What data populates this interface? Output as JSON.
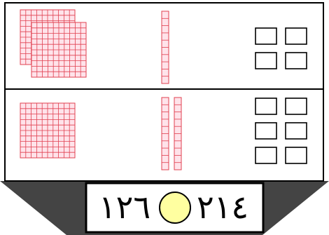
{
  "colors": {
    "grid_fill": "#ffe3ea",
    "grid_line": "#e04050",
    "frame": "#000000",
    "pedestal": "#444444",
    "compare_circle": "#ffffa0"
  },
  "top_row": {
    "hundreds": 2,
    "tens": 1,
    "ones": 4
  },
  "bottom_row": {
    "hundreds": 1,
    "tens": 2,
    "ones": 6
  },
  "comparison": {
    "left_number": "١٢٦",
    "right_number": "٢١٤",
    "answer": ""
  }
}
